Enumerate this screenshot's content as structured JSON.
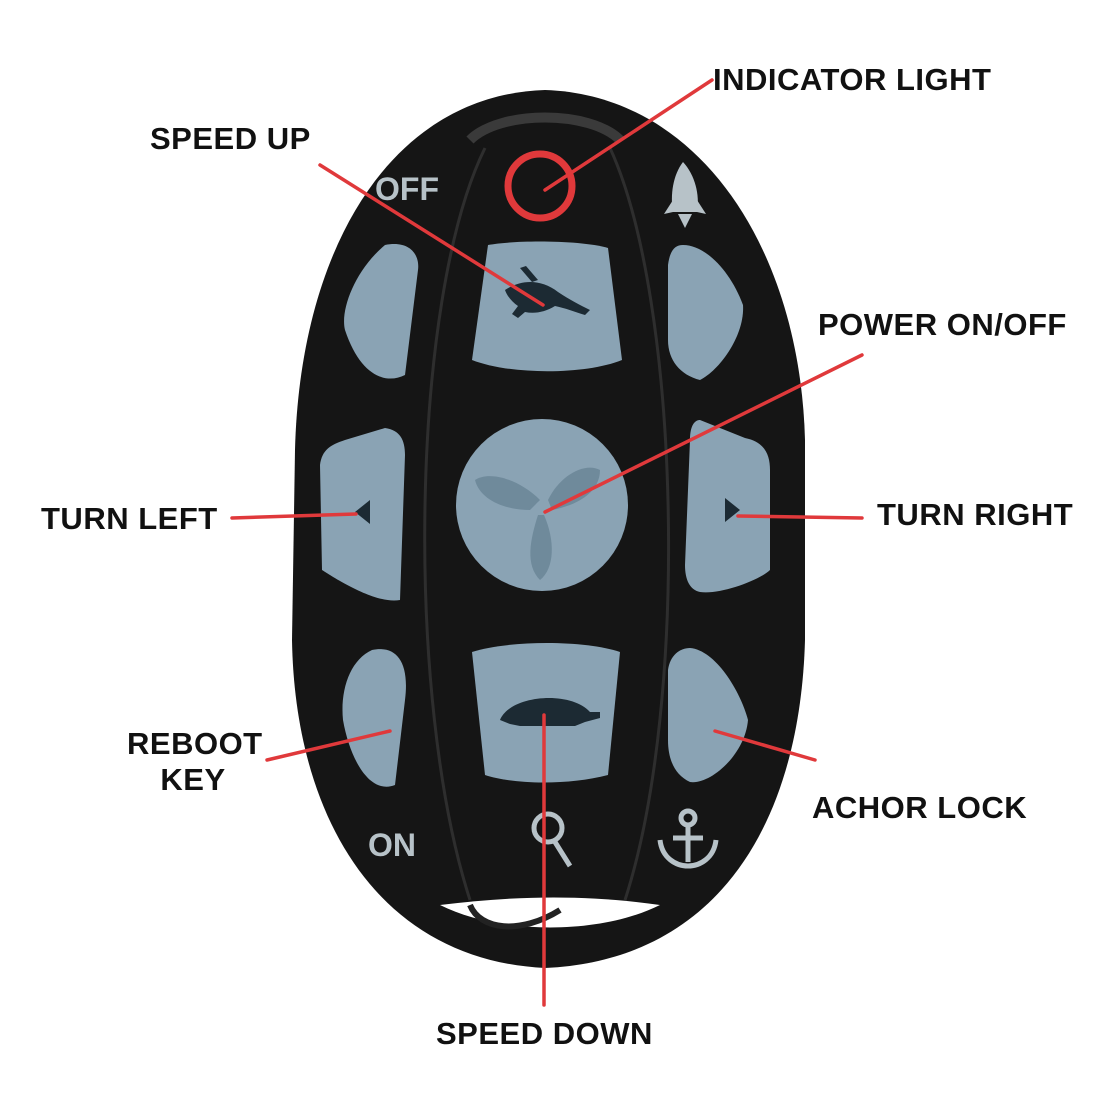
{
  "diagram": {
    "callouts": {
      "indicator_light": "INDICATOR LIGHT",
      "speed_up": "SPEED UP",
      "power_on_off": "POWER ON/OFF",
      "turn_left": "TURN LEFT",
      "turn_right": "TURN RIGHT",
      "reboot_key_line1": "REBOOT",
      "reboot_key_line2": "KEY",
      "anchor_lock": "ACHOR LOCK",
      "speed_down": "SPEED DOWN"
    },
    "remote_labels": {
      "off": "OFF",
      "on": "ON"
    },
    "icons": [
      "rocket-icon",
      "rabbit-icon",
      "propeller-icon",
      "turtle-icon",
      "anchor-icon",
      "key-icon"
    ],
    "colors": {
      "remote_body": "#151515",
      "button": "#8aa3b4",
      "leader_line": "#e0393b",
      "indicator_ring": "#e0393b",
      "remote_text": "#b7c2c8"
    }
  }
}
